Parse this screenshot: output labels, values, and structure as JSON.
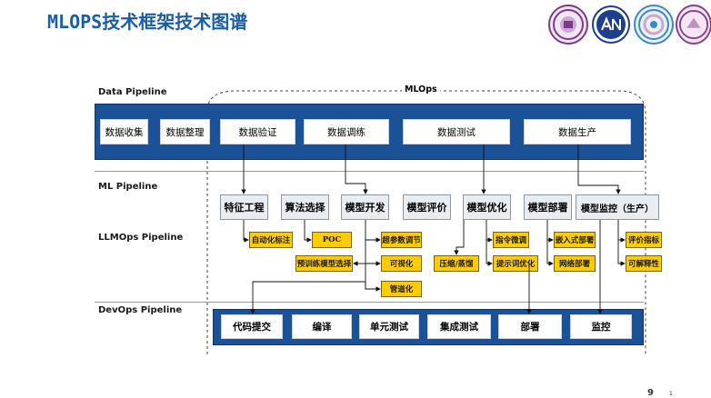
{
  "title": "MLOPS技术框架技术图谱",
  "pipelines": {
    "data": "Data Pipeline",
    "ml": "ML Pipeline",
    "llmops": "LLMOps  Pipeline",
    "devops": "DevOps  Pipeline"
  },
  "mlops_label": "MLOps",
  "data_boxes": [
    "数据收集",
    "数据整理",
    "数据验证",
    "数据调练",
    "数据测试",
    "数据生产"
  ],
  "ml_boxes": [
    "特征工程",
    "算法选择",
    "模型开发",
    "模型评价",
    "模型优化",
    "模型部署",
    "模型监控（生产）"
  ],
  "llm_boxes": {
    "auto_label": "自动化标注",
    "poc": "POC",
    "hyperparam": "超参数调节",
    "pretrain_select": "预训练模型选择",
    "visualize": "可视化",
    "pipeline": "管道化",
    "instruct_tune": "指令微调",
    "compress": "压缩/蒸馏",
    "prompt_opt": "提示词优化",
    "embed_deploy": "嵌入式部署",
    "network_deploy": "网络部署",
    "eval_metric": "评价指标",
    "explainability": "可解释性"
  },
  "devops_boxes": [
    "代码提交",
    "编译",
    "单元测试",
    "集成测试",
    "部署",
    "监控"
  ],
  "page": {
    "number": "9",
    "sub": "1"
  },
  "colors": {
    "band": "#1b5196",
    "title": "#1a5ea8",
    "highlight": "#ffcc00",
    "ml_box": "#e9ecf1"
  },
  "logos": [
    "university-seal-icon",
    "nai-logo-icon",
    "university-emblem-icon",
    "university-crest-icon"
  ]
}
